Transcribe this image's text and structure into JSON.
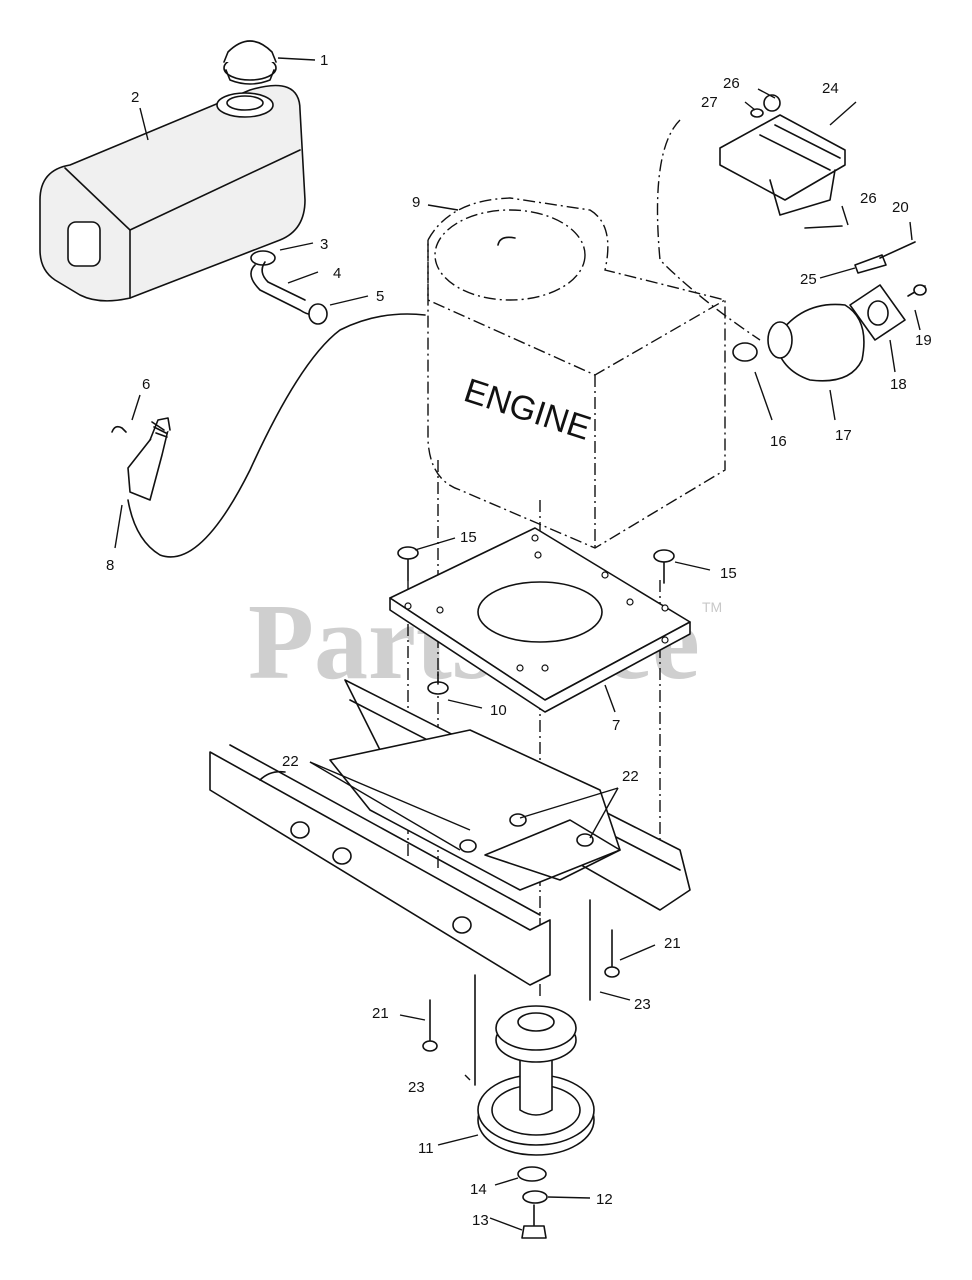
{
  "engine_label": "ENGINE",
  "watermark": {
    "text": "PartsTree",
    "trademark": "TM"
  },
  "callouts": [
    "1",
    "2",
    "3",
    "4",
    "5",
    "6",
    "7",
    "8",
    "9",
    "10",
    "11",
    "12",
    "13",
    "14",
    "15",
    "15",
    "16",
    "17",
    "18",
    "19",
    "20",
    "21",
    "21",
    "22",
    "22",
    "23",
    "23",
    "24",
    "25",
    "26",
    "26",
    "27"
  ]
}
